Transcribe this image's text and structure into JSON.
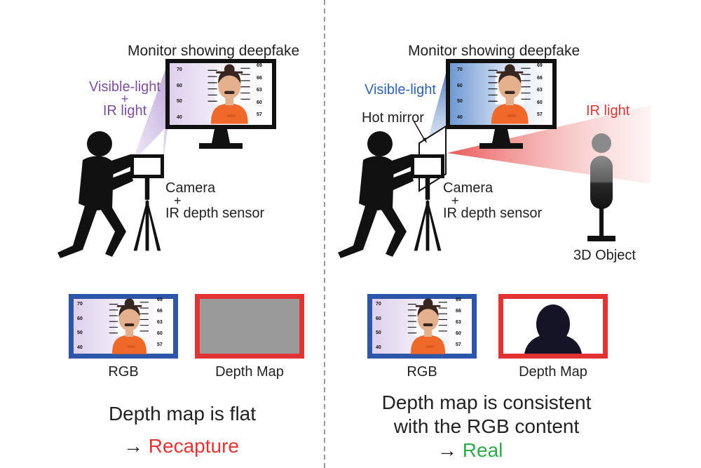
{
  "colors": {
    "visible_light_left": "#7b4fa0",
    "visible_light_right": "#2f62b0",
    "ir_light": "#e23434",
    "rgb_frame": "#2d55a8",
    "depth_frame": "#e23434",
    "recapture": "#e23434",
    "real": "#2faa4a",
    "skin": "#e5b08e",
    "shirt": "#f0682a",
    "hair": "#3a2620"
  },
  "height_marks": [
    "70",
    "60",
    "50",
    "40"
  ],
  "height_marks_right": [
    "69",
    "66",
    "63",
    "60",
    "57"
  ],
  "left": {
    "monitor_label": "Monitor showing deepfake",
    "light_line1": "Visible-light",
    "light_plus": "+",
    "light_line2": "IR light",
    "camera_line1": "Camera",
    "camera_plus": "+",
    "camera_line2": "IR depth sensor",
    "rgb_label": "RGB",
    "depth_label": "Depth Map",
    "conclusion_line1": "Depth map is flat",
    "arrow": "→",
    "result": "Recapture"
  },
  "right": {
    "monitor_label": "Monitor showing deepfake",
    "visible_light": "Visible-light",
    "hot_mirror": "Hot mirror",
    "ir_light": "IR light",
    "camera_line1": "Camera",
    "camera_plus": "+",
    "camera_line2": "IR depth sensor",
    "object_label": "3D Object",
    "rgb_label": "RGB",
    "depth_label": "Depth Map",
    "conclusion_line1": "Depth map is consistent",
    "conclusion_line2": "with the RGB content",
    "arrow": "→",
    "result": "Real"
  }
}
